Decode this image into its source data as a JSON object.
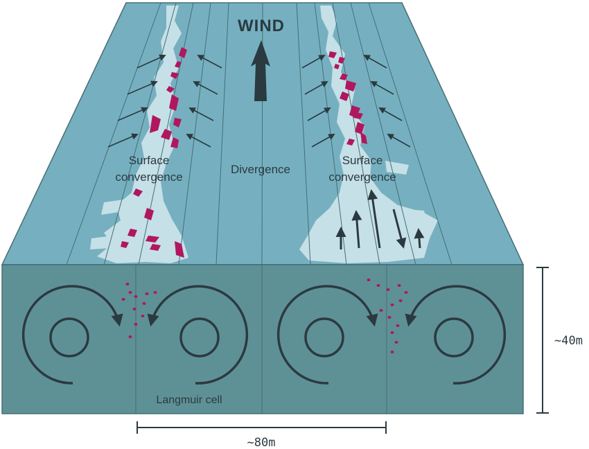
{
  "diagram": {
    "wind_label": "WIND",
    "divergence_label": "Divergence",
    "convergence_left": [
      "Surface",
      "convergence"
    ],
    "convergence_right": [
      "Surface",
      "convergence"
    ],
    "cell_label": "Langmuir cell",
    "depth_label": "~40m",
    "width_label": "~80m"
  },
  "colors": {
    "surface": "#76b0c0",
    "front_face": "#5e9196",
    "foam": "#c6e0e7",
    "debris": "#b0175e",
    "ink": "#2b3a40",
    "line": "#456d75"
  },
  "icons": {
    "wind_arrow": "up-arrow-icon",
    "rotation": "circular-arrow-icon"
  }
}
